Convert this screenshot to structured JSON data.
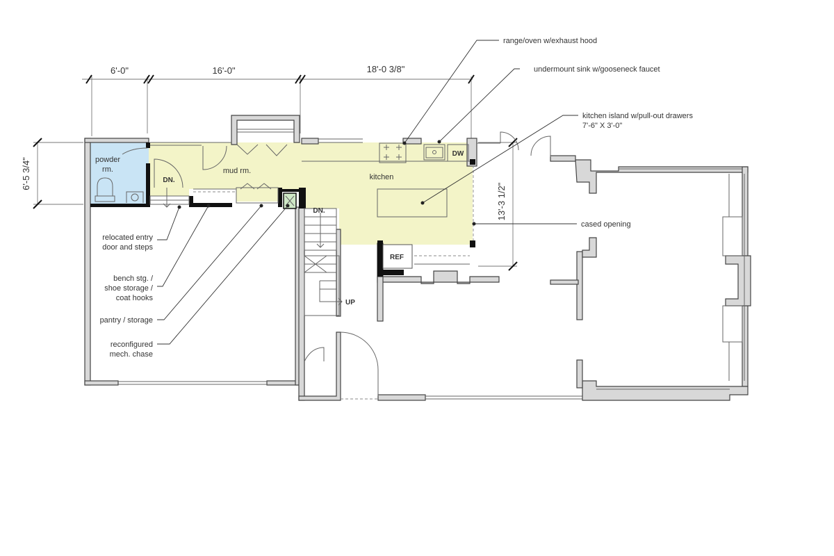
{
  "colors": {
    "powder_room_fill": "#c9e4f5",
    "kitchen_mudroom_fill": "#f3f4c8",
    "wall_fill": "#d8d8d8",
    "wall_outline": "#444444",
    "new_wall_black": "#111111",
    "text": "#333333"
  },
  "dimensions": {
    "top_left": "6'-0\"",
    "top_middle": "16'-0\"",
    "top_right": "18'-0 3/8\"",
    "left_vertical": "6'-5 3/4\"",
    "kitchen_vertical": "13'-3 1/2\""
  },
  "rooms": {
    "powder_line1": "powder",
    "powder_line2": "rm.",
    "mudroom": "mud rm.",
    "kitchen": "kitchen"
  },
  "marks": {
    "down_left": "DN.",
    "down_right": "DN.",
    "up": "UP",
    "dishwasher": "DW",
    "refrigerator": "REF"
  },
  "callouts": {
    "range": "range/oven w/exhaust hood",
    "sink": "undermount sink w/gooseneck faucet",
    "island_line1": "kitchen island w/pull-out drawers",
    "island_line2": "7'-6\" X 3'-0\"",
    "cased_opening": "cased opening",
    "entry_line1": "relocated entry",
    "entry_line2": "door and steps",
    "bench_line1": "bench stg. /",
    "bench_line2": "shoe storage /",
    "bench_line3": "coat hooks",
    "pantry": "pantry / storage",
    "mech_line1": "reconfigured",
    "mech_line2": "mech. chase"
  }
}
